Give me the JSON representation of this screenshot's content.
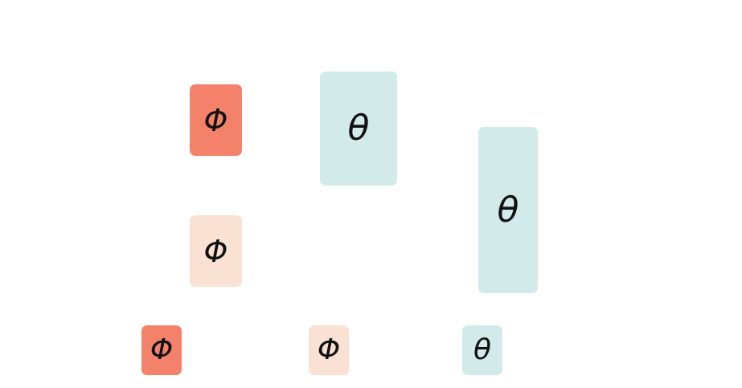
{
  "colors": {
    "phi_dark": "#F4826A",
    "phi_light": "#F9E1D4",
    "theta": "#D2EBEA"
  },
  "blocks": [
    {
      "symbol": "Φ",
      "color": "phi_dark"
    },
    {
      "symbol": "θ",
      "color": "theta"
    },
    {
      "symbol": "θ",
      "color": "theta"
    },
    {
      "symbol": "Φ",
      "color": "phi_light"
    },
    {
      "symbol": "Φ",
      "color": "phi_dark"
    },
    {
      "symbol": "Φ",
      "color": "phi_light"
    },
    {
      "symbol": "θ",
      "color": "theta"
    }
  ]
}
